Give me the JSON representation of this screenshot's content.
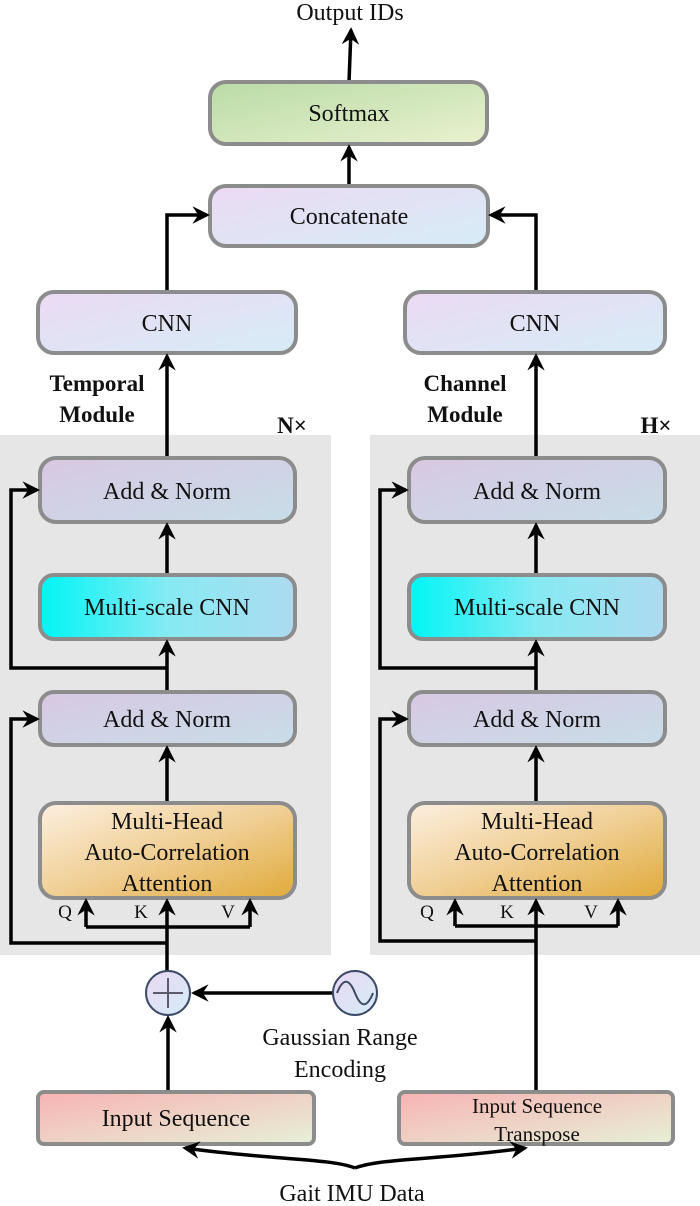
{
  "output_label": "Output IDs",
  "softmax": "Softmax",
  "concatenate": "Concatenate",
  "temporal": {
    "cnn": "CNN",
    "module_label_line1": "Temporal",
    "module_label_line2": "Module",
    "repeat": "N×",
    "add_norm_top": "Add & Norm",
    "multiscale_cnn": "Multi-scale CNN",
    "add_norm_bottom": "Add & Norm",
    "attention_line1": "Multi-Head",
    "attention_line2": "Auto-Correlation",
    "attention_line3": "Attention",
    "q": "Q",
    "k": "K",
    "v": "V"
  },
  "channel": {
    "cnn": "CNN",
    "module_label_line1": "Channel",
    "module_label_line2": "Module",
    "repeat": "H×",
    "add_norm_top": "Add & Norm",
    "multiscale_cnn": "Multi-scale CNN",
    "add_norm_bottom": "Add & Norm",
    "attention_line1": "Multi-Head",
    "attention_line2": "Auto-Correlation",
    "attention_line3": "Attention",
    "q": "Q",
    "k": "K",
    "v": "V"
  },
  "encoding_line1": "Gaussian Range",
  "encoding_line2": "Encoding",
  "input_sequence": "Input Sequence",
  "input_transpose_line1": "Input Sequence",
  "input_transpose_line2": "Transpose",
  "gait_data": "Gait IMU Data",
  "colors": {
    "panel": "#e6e6e6",
    "border": "#8c8c8c",
    "softmax": [
      "#b9dba6",
      "#e9f1cf"
    ],
    "concat_cnn": [
      "#ecdaf3",
      "#d6ecf7"
    ],
    "add_norm": [
      "#d8c8e2",
      "#c8dde8"
    ],
    "multiscale": [
      "#00f5f5",
      "#aedaf0"
    ],
    "attention": [
      "#fbead6",
      "#e3b04a"
    ],
    "input": [
      "#f7b6b6",
      "#e6f0d6"
    ]
  }
}
